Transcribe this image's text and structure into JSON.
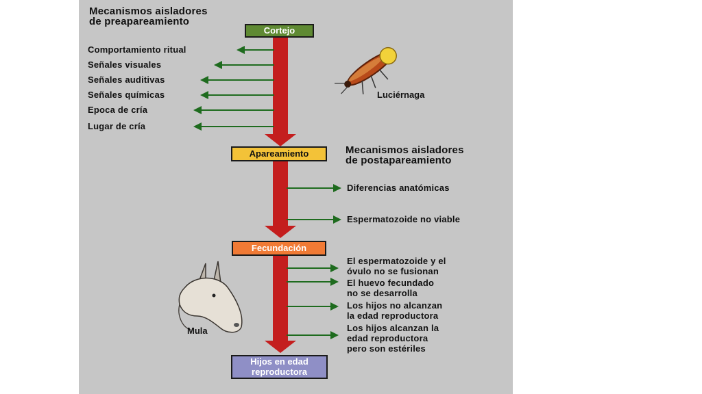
{
  "colors": {
    "background_panel": "#c6c6c6",
    "trunk": "#c41e1e",
    "arrow_green": "#1e6b1e",
    "cortejo_fill": "#5f8a33",
    "apareamiento_fill": "#f3c238",
    "fecundacion_fill": "#f07a35",
    "hijos_fill": "#8f8fc6"
  },
  "headings": {
    "pre": "Mecanismos aisladores\nde preapareamiento",
    "post": "Mecanismos aisladores\nde postapareamiento"
  },
  "stages": {
    "cortejo": "Cortejo",
    "apareamiento": "Apareamiento",
    "fecundacion": "Fecundación",
    "hijos": "Hijos en edad\nreproductora"
  },
  "pre_mechanisms": [
    "Comportamiento ritual",
    "Señales visuales",
    "Señales auditivas",
    "Señales químicas",
    "Epoca de cría",
    "Lugar de cría"
  ],
  "post_mechanisms": [
    "Diferencias anatómicas",
    "Espermatozoide no viable"
  ],
  "fertilization_mechanisms": [
    "El espermatozoide y el\nóvulo no se fusionan",
    "El huevo fecundado\nno se desarrolla",
    "Los hijos no alcanzan\nla edad reproductora",
    "Los hijos alcanzan la\nedad reproductora\npero son estériles"
  ],
  "animals": {
    "firefly": "Luciérnaga",
    "mule": "Mula"
  },
  "icons": {
    "firefly": "firefly-icon",
    "mule": "mule-head-icon"
  }
}
